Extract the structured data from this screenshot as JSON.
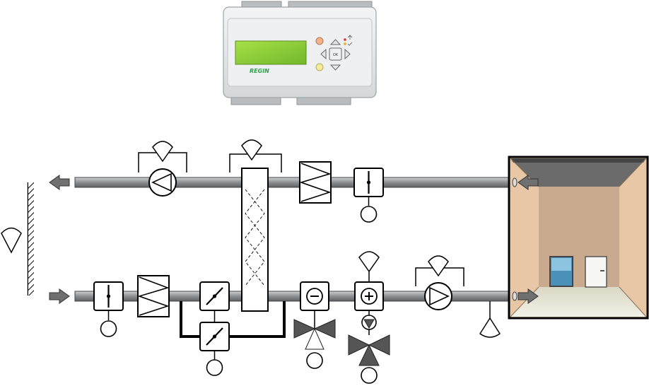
{
  "controller": {
    "brand": "REGIN",
    "ok_label": "OK",
    "display_color": "#8fd33a",
    "body_color": "#e6e9ea"
  },
  "colors": {
    "duct": "#8c8f92",
    "arrow": "#707070",
    "room_wall": "#e7c7a6",
    "room_back": "#c9aa8e",
    "room_ceiling": "#5a5a5a",
    "valve_fill": "#555555"
  },
  "components": {
    "exhaust_duct": [
      "exhaust-fan",
      "rotary-heat-exchanger",
      "exhaust-filter",
      "exhaust-damper"
    ],
    "supply_duct": [
      "intake-damper",
      "supply-filter",
      "recirc-damper",
      "bypass-damper",
      "cooling-coil",
      "heating-coil",
      "supply-fan"
    ]
  }
}
